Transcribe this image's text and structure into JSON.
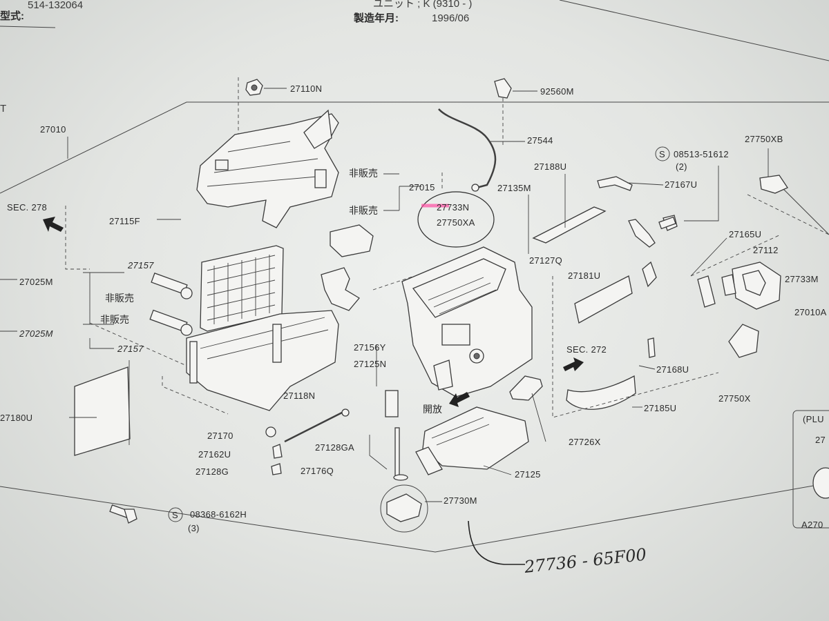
{
  "header": {
    "top_left_code": "514-132064",
    "top_left_label": "型式:",
    "top_center_text": "ユニット ; K (9310 - )",
    "manufacture_date_label": "製造年月:",
    "manufacture_date_value": "1996/06"
  },
  "labels": {
    "p27110N": "27110N",
    "p92560M": "92560M",
    "p27010": "27010",
    "p27544": "27544",
    "p27750XB": "27750XB",
    "s08513": "08513-51612",
    "s08513_qty": "(2)",
    "p27188U": "27188U",
    "p27015": "27015",
    "hanbai1": "非販売",
    "hanbai2": "非販売",
    "hanbai3": "非販売",
    "hanbai4": "非販売",
    "p27135M": "27135M",
    "p27167U": "27167U",
    "sec278": "SEC. 278",
    "p27115F": "27115F",
    "p27733N": "27733N",
    "p27750XA": "27750XA",
    "p27165U": "27165U",
    "p27112": "27112",
    "p27733M": "27733M",
    "p27157a": "27157",
    "p27157b": "27157",
    "p27127Q": "27127Q",
    "p27025Ma": "27025M",
    "p27025Mb": "27025M",
    "p27181U": "27181U",
    "p27010A": "27010A",
    "p27156Y": "27156Y",
    "p27125N": "27125N",
    "sec272": "SEC. 272",
    "p27168U": "27168U",
    "p27750X": "27750X",
    "p27180U": "27180U",
    "p27118N": "27118N",
    "kaiho": "開放",
    "p27185U": "27185U",
    "plus_box": "(PLU",
    "p27170": "27170",
    "p27726X": "27726X",
    "p27162U": "27162U",
    "p27128GA": "27128GA",
    "p27128G": "27128G",
    "p27176Q": "27176Q",
    "p27125": "27125",
    "p27730M": "27730M",
    "s08368": "08368-6162H",
    "s08368_qty": "(3)",
    "a270": "A270",
    "s_symbol_1": "S",
    "s_symbol_2": "S",
    "handwritten": "27736 - 65F00",
    "edge_t": "T",
    "edge_27": "27"
  },
  "colors": {
    "paper": "#e9ebe8",
    "ink": "#2b2b2b",
    "highlight": "#ff4fa3"
  }
}
